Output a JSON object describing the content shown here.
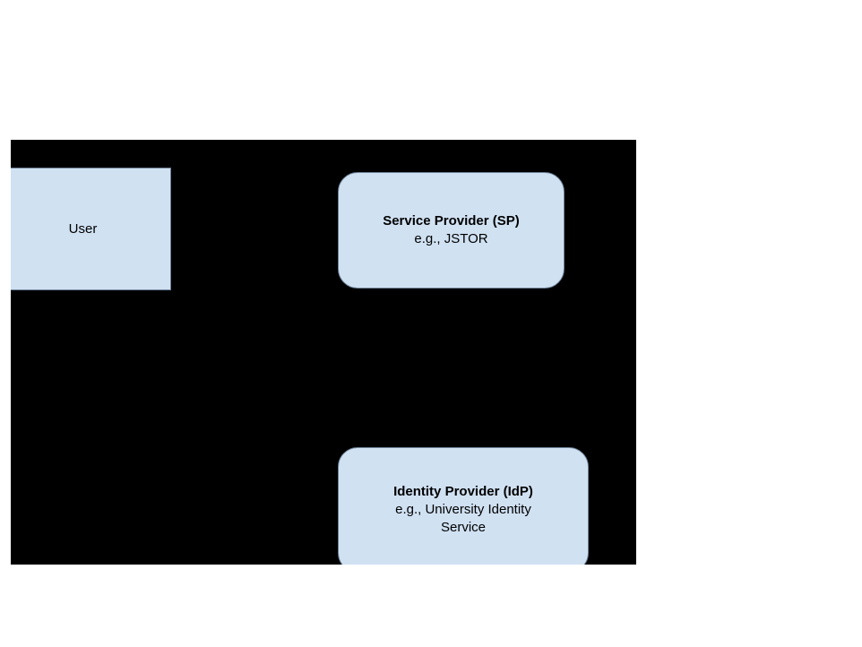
{
  "diagram": {
    "type": "flow-diagram",
    "background_color": "#ffffff",
    "stage_color": "#000000",
    "node_fill_color": "#d0e1f2",
    "node_border_color": "#6b7f94",
    "text_color": "#000000",
    "nodes": [
      {
        "id": "user",
        "name": "user-node",
        "shape": "rectangle",
        "clipped": "left",
        "lines": [
          {
            "text": "User",
            "style": "plain"
          }
        ]
      },
      {
        "id": "service-provider",
        "name": "service-provider-node",
        "shape": "rounded-rectangle",
        "clipped": "none",
        "lines": [
          {
            "text": "Service Provider (SP)",
            "style": "title"
          },
          {
            "text": "e.g., JSTOR",
            "style": "subtitle"
          }
        ]
      },
      {
        "id": "identity-provider",
        "name": "identity-provider-node",
        "shape": "rounded-rectangle",
        "clipped": "bottom",
        "lines": [
          {
            "text": "Identity Provider (IdP)",
            "style": "title"
          },
          {
            "text": "e.g., University Identity",
            "style": "subtitle"
          },
          {
            "text": "Service",
            "style": "subtitle"
          }
        ]
      }
    ],
    "connectors": [
      {
        "id": "user-to-sp",
        "from": "user",
        "to": "service-provider",
        "label": ""
      },
      {
        "id": "sp-to-idp",
        "from": "service-provider",
        "to": "identity-provider",
        "label": ""
      },
      {
        "id": "user-to-idp",
        "from": "user",
        "to": "identity-provider",
        "label": ""
      }
    ]
  }
}
